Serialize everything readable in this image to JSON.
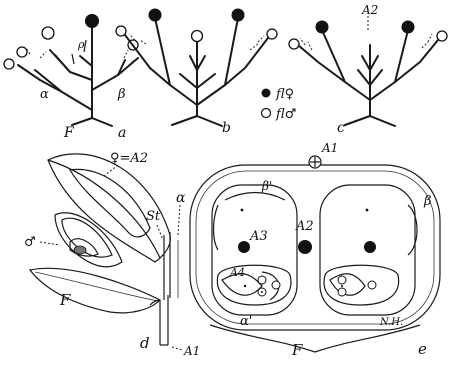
{
  "panels": {
    "a": "a",
    "b": "b",
    "c": "c",
    "d": "d",
    "e": "e"
  },
  "labels": {
    "F_top": "F",
    "alpha_a": "α",
    "beta_a": "β",
    "rho_a": "ρ",
    "A2_c": "A2",
    "female_eq_A2": "♀=A2",
    "St": "St",
    "alpha_d": "α",
    "male_d": "♂",
    "F_d": "F",
    "A1_d": "A1",
    "A1_e": "A1",
    "beta_prime": "β'",
    "beta_e": "β",
    "A3": "A3",
    "A2_e": "A2",
    "A4": "A4",
    "alpha_prime": "α'",
    "F_e": "F",
    "signature": "N.H."
  },
  "legend": {
    "female": "fl♀",
    "male": "fl♂"
  },
  "colors": {
    "ink": "#1a1a1a",
    "stipple": "#b9b9b9",
    "paper": "#ffffff"
  }
}
